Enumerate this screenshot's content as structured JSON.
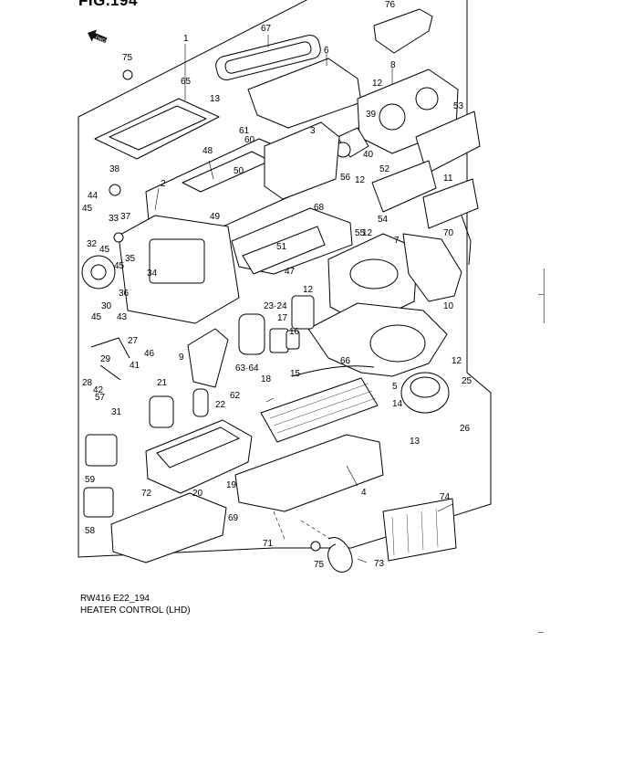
{
  "figure": {
    "title": "FIG.194"
  },
  "caption": {
    "code": "RW416 E22_194",
    "name": "HEATER CONTROL (LHD)"
  },
  "fwd_arrow": "FWD",
  "callouts": [
    "1",
    "2",
    "3",
    "4",
    "5",
    "6",
    "7",
    "8",
    "9",
    "10",
    "11",
    "12",
    "12",
    "12",
    "12",
    "12",
    "13",
    "13",
    "14",
    "15",
    "16",
    "17",
    "18",
    "19",
    "20",
    "21",
    "22",
    "23·24",
    "25",
    "26",
    "27",
    "28",
    "29",
    "30",
    "31",
    "32",
    "33",
    "34",
    "35",
    "36",
    "37",
    "38",
    "39",
    "40",
    "41",
    "42",
    "43",
    "44",
    "45",
    "45",
    "45",
    "45",
    "46",
    "47",
    "48",
    "49",
    "50",
    "51",
    "52",
    "53",
    "54",
    "55",
    "56",
    "57",
    "58",
    "59",
    "60",
    "61",
    "62",
    "63·64",
    "65",
    "66",
    "67",
    "68",
    "69",
    "70",
    "71",
    "72",
    "73",
    "74",
    "75",
    "75",
    "76"
  ]
}
